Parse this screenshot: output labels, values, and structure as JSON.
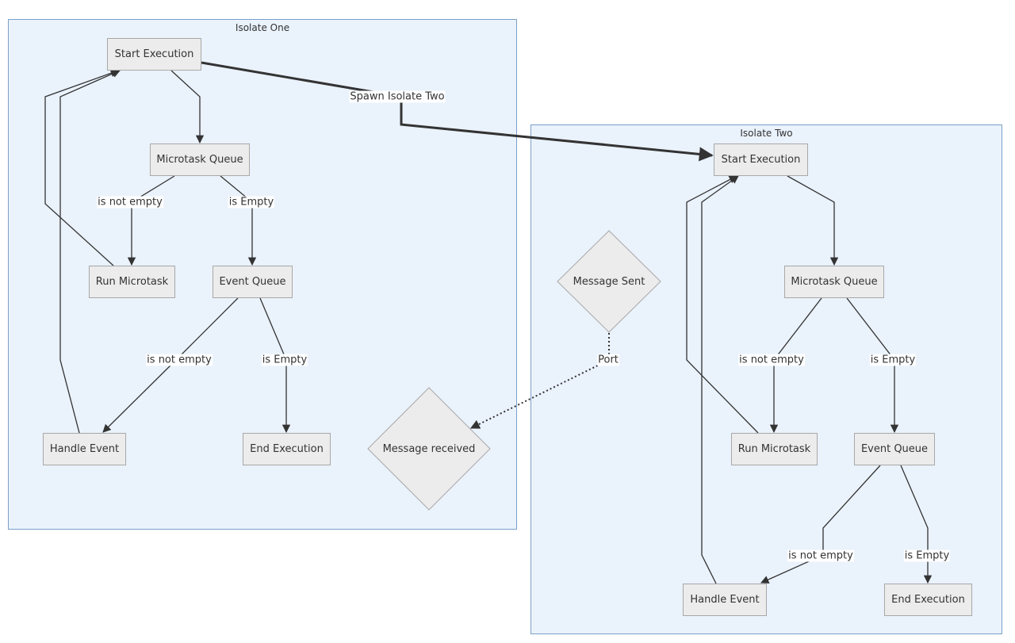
{
  "colors": {
    "cluster_fill": "#eaf2fc",
    "cluster_border": "#7aa0c8",
    "node_fill": "#ececec",
    "node_border": "#a8a8a8",
    "edge": "#333333"
  },
  "clusters": {
    "one": {
      "title": "Isolate One"
    },
    "two": {
      "title": "Isolate Two"
    }
  },
  "nodes": {
    "one_start": "Start Execution",
    "one_microtask_queue": "Microtask Queue",
    "one_run_microtask": "Run Microtask",
    "one_event_queue": "Event Queue",
    "one_handle_event": "Handle Event",
    "one_end_execution": "End Execution",
    "message_received": "Message received",
    "message_sent": "Message Sent",
    "two_start": "Start Execution",
    "two_microtask_queue": "Microtask Queue",
    "two_run_microtask": "Run Microtask",
    "two_event_queue": "Event Queue",
    "two_handle_event": "Handle Event",
    "two_end_execution": "End Execution"
  },
  "edge_labels": {
    "spawn": "Spawn Isolate Two",
    "one_not_empty_1": "is not empty",
    "one_empty_1": "is Empty",
    "one_not_empty_2": "is not empty",
    "one_empty_2": "is Empty",
    "port": "Port",
    "two_not_empty_1": "is not empty",
    "two_empty_1": "is Empty",
    "two_not_empty_2": "is not empty",
    "two_empty_2": "is Empty"
  }
}
